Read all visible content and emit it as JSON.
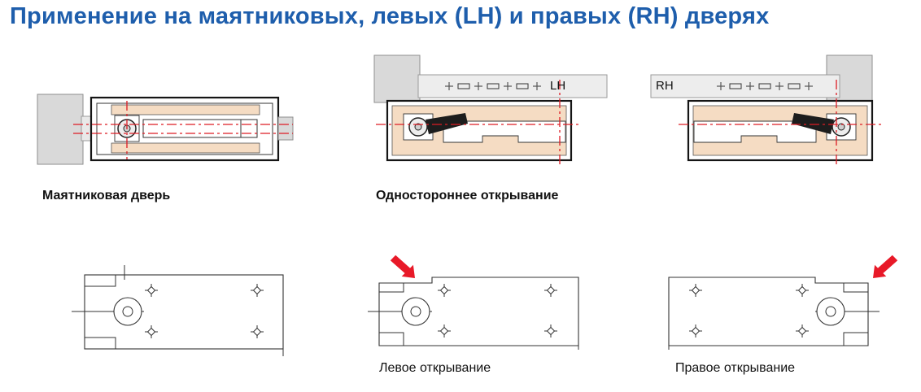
{
  "title": "Применение на маятниковых, левых (LH) и правых (RH) дверях",
  "diagrams": {
    "pendulum_section": {
      "caption": "Маятниковая дверь"
    },
    "single_side_section": {
      "caption": "Одностороннее открывание",
      "lh_label": "LH",
      "rh_label": "RH"
    },
    "left_opening_plan": {
      "caption": "Левое открывание"
    },
    "right_opening_plan": {
      "caption": "Правое открывание"
    }
  },
  "colors": {
    "title_blue": "#1e5eac",
    "centerline_red": "#dd1c24",
    "arrow_red": "#e81928",
    "cement_tan": "#f5dcc3",
    "block_gray": "#d9d9d9"
  }
}
